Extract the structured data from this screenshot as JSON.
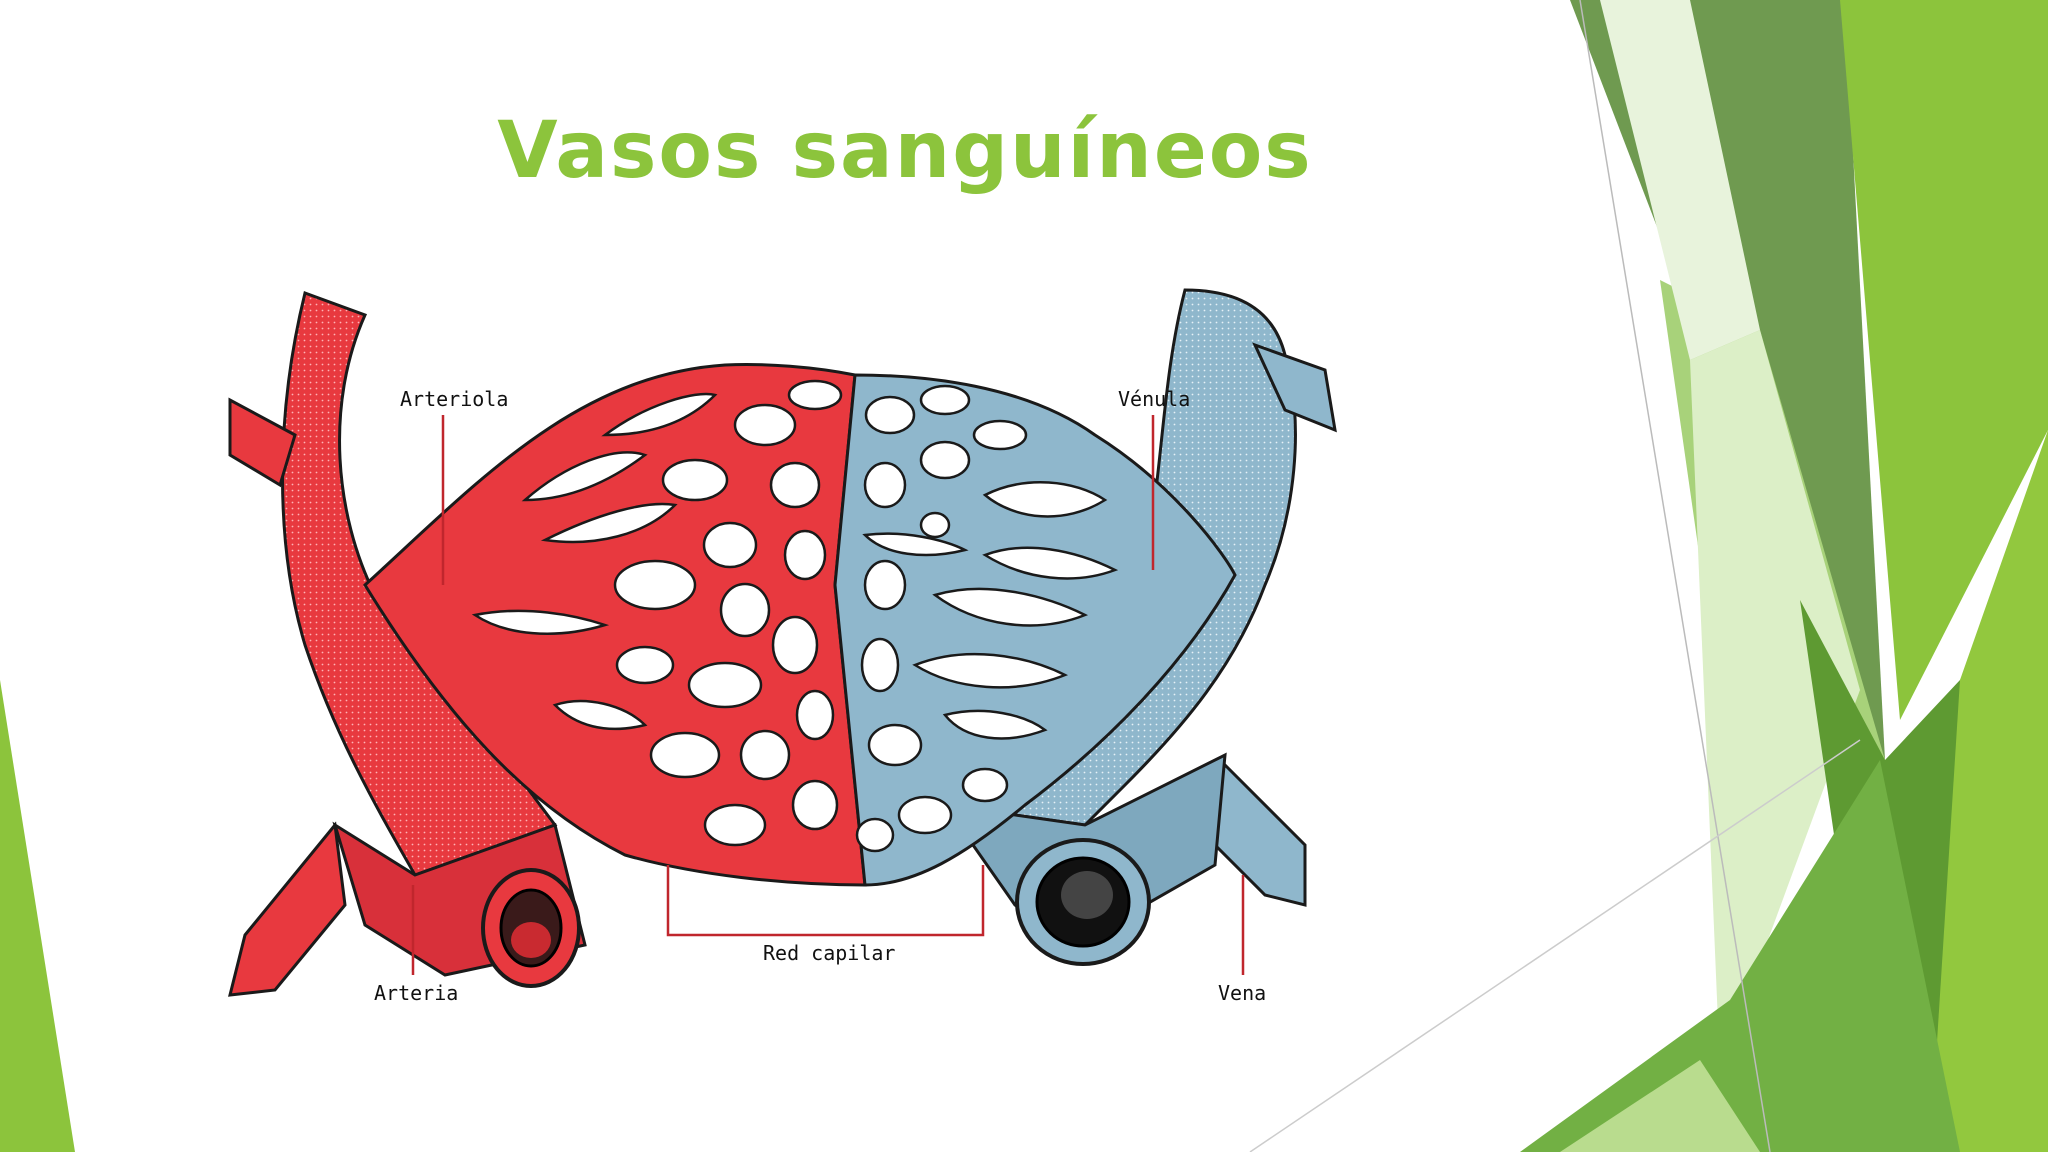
{
  "slide": {
    "title": "Vasos sanguíneos",
    "title_color": "#8cc43c"
  },
  "diagram": {
    "labels": {
      "arteriola": "Arteriola",
      "venula": "Vénula",
      "arteria": "Arteria",
      "vena": "Vena",
      "red_capilar": "Red capilar"
    },
    "colors": {
      "arterial": "#e8393f",
      "arterial_dark": "#b81e24",
      "venous": "#8fb7cc",
      "venous_dark": "#5f8aa0",
      "outline": "#1a1a1a",
      "leader_line": "#c0262d"
    }
  },
  "decor": {
    "green_light": "#8cc43c",
    "green_mid": "#6aa83a",
    "green_dark": "#4f8a2a",
    "green_pale": "#d7ebbd"
  }
}
